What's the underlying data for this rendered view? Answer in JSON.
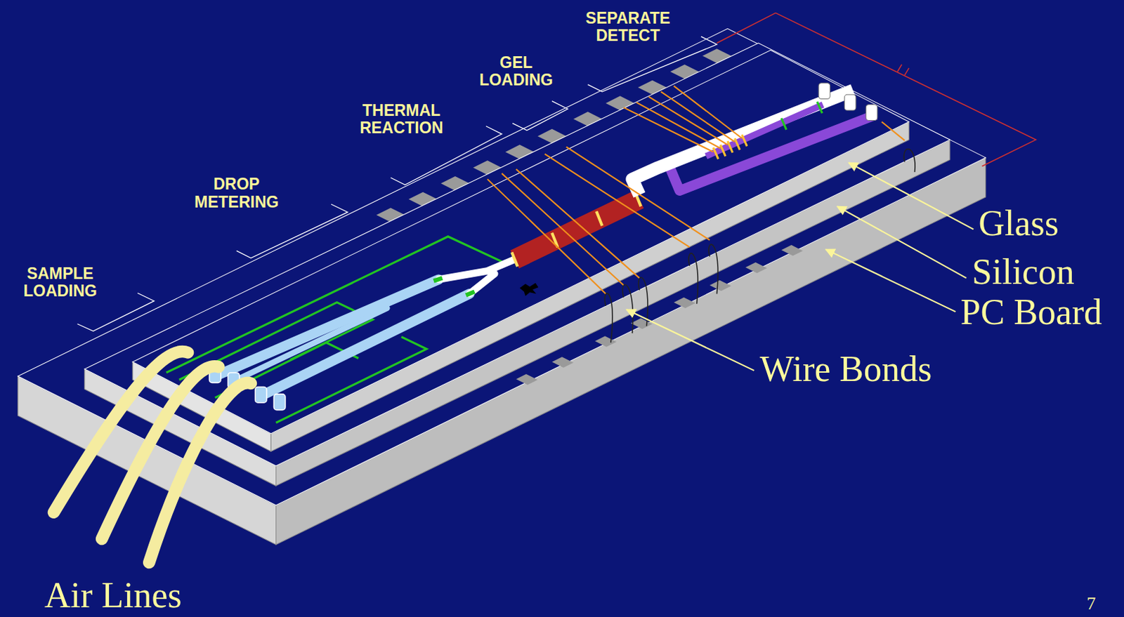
{
  "diagram": {
    "labels": [
      "SAMPLE LOADING",
      "DROP METERING",
      "THERMAL REACTION",
      "GEL LOADING",
      "SEPARATE DETECT",
      "Glass",
      "Silicon",
      "PC Board",
      "Wire Bonds",
      "Air Lines",
      "7"
    ]
  }
}
